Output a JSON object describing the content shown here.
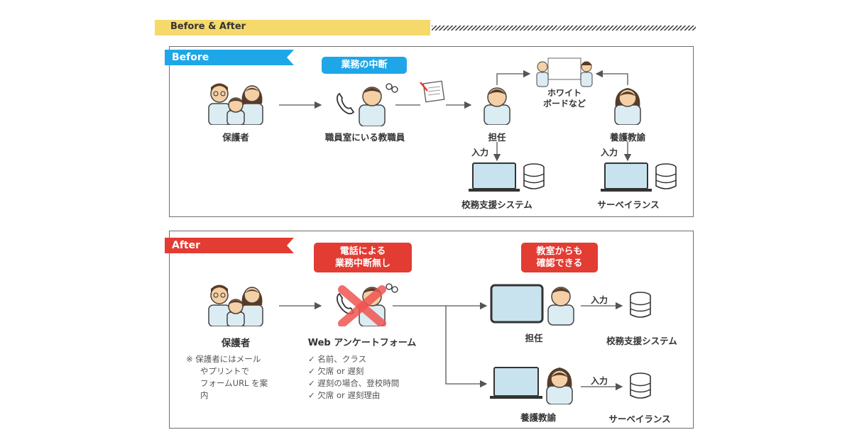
{
  "header": {
    "title": "Before & After"
  },
  "before": {
    "tag": "Before",
    "bubble": "業務の中断",
    "guardian": "保護者",
    "staff_room_teacher": "職員室にいる教職員",
    "homeroom": "担任",
    "nurse": "養護教諭",
    "whiteboard": [
      "ホワイト",
      "ボードなど"
    ],
    "input_label": "入力",
    "school_system": "校務支援システム",
    "surveillance": "サーベイランス"
  },
  "after": {
    "tag": "After",
    "bubble_left": [
      "電話による",
      "業務中断無し"
    ],
    "bubble_right": [
      "教室からも",
      "確認できる"
    ],
    "guardian": "保護者",
    "note": [
      "※ 保護者にはメール",
      "やプリントで",
      "フォームURL を案",
      "内"
    ],
    "web_form": "Web アンケートフォーム",
    "form_items": [
      "名前、クラス",
      "欠席 or 遅刻",
      "遅刻の場合、登校時間",
      "欠席 or 遅刻理由"
    ],
    "check_mark": "✓",
    "homeroom": "担任",
    "nurse": "養護教諭",
    "input_label": "入力",
    "school_system": "校務支援システム",
    "surveillance": "サーベイランス"
  },
  "colors": {
    "header_yellow": "#f6d96b",
    "before_blue": "#1ea7e8",
    "after_red": "#e23c33",
    "line_gray": "#555555",
    "skin": "#f5cfa6",
    "hair": "#5a3a24",
    "shirt": "#dcecf3"
  }
}
